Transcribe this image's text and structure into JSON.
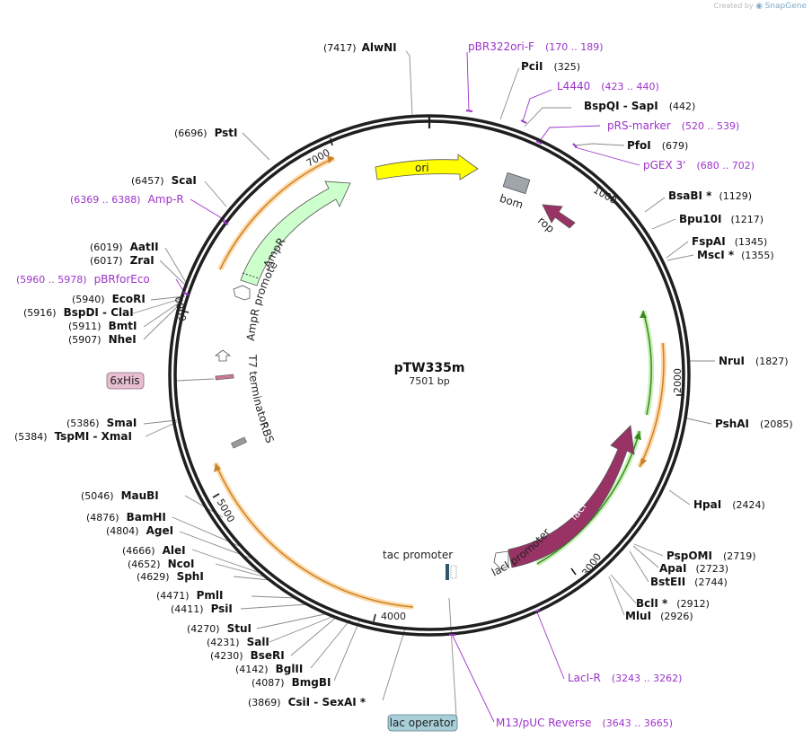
{
  "credit": {
    "prefix": "Created by",
    "brand": "SnapGene"
  },
  "plasmid": {
    "name": "pTW335m",
    "length_label": "7501 bp",
    "length": 7501
  },
  "colors": {
    "backbone": "#1a1a1a",
    "primer": "#9c33c9",
    "ori": "#ffff00",
    "amp": "#ccffcc",
    "laci": "#993366",
    "rop": "#993366",
    "bom": "#a0a4ab",
    "primerbind_orange": "#ffb347",
    "primerbind_green": "#55cc33"
  },
  "tick_labels": [
    "1000",
    "2000",
    "3000",
    "4000",
    "5000",
    "6000",
    "7000"
  ],
  "sites": [
    {
      "pos": "(7417)",
      "name": "AlwNI"
    },
    {
      "pos": "(325)",
      "name": "PciI"
    },
    {
      "pos": "(442)",
      "name": "BspQI  -  SapI"
    },
    {
      "pos": "(679)",
      "name": "PfoI"
    },
    {
      "pos": "(1129)",
      "name": "BsaBI *"
    },
    {
      "pos": "(1217)",
      "name": "Bpu10I"
    },
    {
      "pos": "(1345)",
      "name": "FspAI"
    },
    {
      "pos": "(1355)",
      "name": "MscI *"
    },
    {
      "pos": "(1827)",
      "name": "NruI"
    },
    {
      "pos": "(2085)",
      "name": "PshAI"
    },
    {
      "pos": "(2424)",
      "name": "HpaI"
    },
    {
      "pos": "(2719)",
      "name": "PspOMI"
    },
    {
      "pos": "(2723)",
      "name": "ApaI"
    },
    {
      "pos": "(2744)",
      "name": "BstEII"
    },
    {
      "pos": "(2912)",
      "name": "BclI *"
    },
    {
      "pos": "(2926)",
      "name": "MluI"
    },
    {
      "pos": "(3869)",
      "name": "CsiI  -  SexAI *"
    },
    {
      "pos": "(4087)",
      "name": "BmgBI"
    },
    {
      "pos": "(4142)",
      "name": "BglII"
    },
    {
      "pos": "(4230)",
      "name": "BseRI"
    },
    {
      "pos": "(4231)",
      "name": "SalI"
    },
    {
      "pos": "(4270)",
      "name": "StuI"
    },
    {
      "pos": "(4411)",
      "name": "PsiI"
    },
    {
      "pos": "(4471)",
      "name": "PmlI"
    },
    {
      "pos": "(4629)",
      "name": "SphI"
    },
    {
      "pos": "(4652)",
      "name": "NcoI"
    },
    {
      "pos": "(4666)",
      "name": "AleI"
    },
    {
      "pos": "(4804)",
      "name": "AgeI"
    },
    {
      "pos": "(4876)",
      "name": "BamHI"
    },
    {
      "pos": "(5046)",
      "name": "MauBI"
    },
    {
      "pos": "(5384)",
      "name": "TspMI  -  XmaI"
    },
    {
      "pos": "(5386)",
      "name": "SmaI"
    },
    {
      "pos": "(5907)",
      "name": "NheI"
    },
    {
      "pos": "(5911)",
      "name": "BmtI"
    },
    {
      "pos": "(5916)",
      "name": "BspDI  -  ClaI"
    },
    {
      "pos": "(5940)",
      "name": "EcoRI"
    },
    {
      "pos": "(6017)",
      "name": "ZraI"
    },
    {
      "pos": "(6019)",
      "name": "AatII"
    },
    {
      "pos": "(6457)",
      "name": "ScaI"
    },
    {
      "pos": "(6696)",
      "name": "PstI"
    }
  ],
  "primers": [
    {
      "name": "pBR322ori-F",
      "range": "(170 .. 189)"
    },
    {
      "name": "L4440",
      "range": "(423 .. 440)"
    },
    {
      "name": "pRS-marker",
      "range": "(520 .. 539)"
    },
    {
      "name": "pGEX 3'",
      "range": "(680 .. 702)"
    },
    {
      "name": "LacI-R",
      "range": "(3243 .. 3262)"
    },
    {
      "name": "M13/pUC Reverse",
      "range": "(3643 .. 3665)"
    },
    {
      "name": "Amp-R",
      "range": "(6369 .. 6388)"
    },
    {
      "name": "pBRforEco",
      "range": "(5960 .. 5978)"
    }
  ],
  "features": {
    "ori": "ori",
    "bom": "bom",
    "rop": "rop",
    "ampr": "AmpR",
    "ampr_promoter": "AmpR promoter",
    "laci": "lacI",
    "laci_promoter": "lacI promoter",
    "tac_promoter": "tac promoter",
    "t7_terminator": "T7 terminator",
    "rbs": "RBS",
    "his_tag": "6xHis",
    "lac_operator": "lac operator"
  }
}
